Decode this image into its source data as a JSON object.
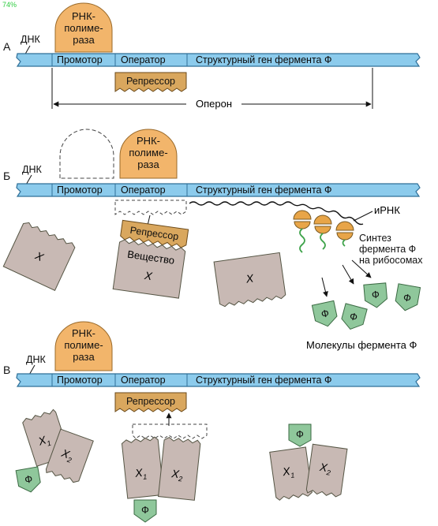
{
  "watermark": "74%",
  "sections": {
    "a": "А",
    "b": "Б",
    "v": "В"
  },
  "dna_label": "ДНК",
  "gene_labels": {
    "promoter": "Промотор",
    "operator": "Оператор",
    "structural_gene": "Структурный ген фермента Ф"
  },
  "polymerase": {
    "line1": "РНК-",
    "line2": "полиме-",
    "line3": "раза"
  },
  "repressor": "Репрессор",
  "operon": "Оперон",
  "substance": "Вещество",
  "inducer_x": "Х",
  "inducer_x1": "Х",
  "inducer_x2": "Х",
  "sub_1": "1",
  "sub_2": "2",
  "mrna": "иРНК",
  "synthesis": {
    "line1": "Синтез",
    "line2": "фермента Ф",
    "line3": "на рибосомах"
  },
  "enzyme": "Ф",
  "enzyme_molecules": "Молекулы фермента Ф",
  "colors": {
    "dna": "#8ccbec",
    "polymerase": "#f2b56b",
    "repressor": "#d9a75e",
    "substance": "#c8b9b4",
    "enzyme": "#8fc79b",
    "ribosome": "#e8a548",
    "watermark": "#2ecc40"
  }
}
